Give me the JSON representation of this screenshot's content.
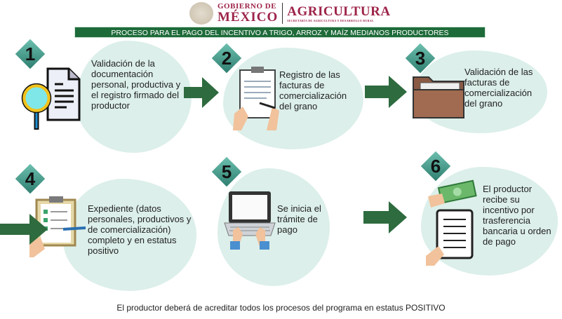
{
  "header": {
    "gob_line1": "GOBIERNO DE",
    "gob_line2": "MÉXICO",
    "agency": "AGRICULTURA",
    "agency_sub": "SECRETARÍA DE AGRICULTURA Y DESARROLLO RURAL"
  },
  "banner": "PROCESO PARA EL PAGO DEL  INCENTIVO  A  TRIGO, ARROZ Y MAÍZ MEDIANOS PRODUCTORES",
  "steps": [
    {
      "number": "1",
      "text": "Validación de la documentación personal, productiva y el registro firmado del productor",
      "icon": "document-magnifier-icon"
    },
    {
      "number": "2",
      "text": "Registro de las facturas de comercialización del grano",
      "icon": "clipboard-signing-icon"
    },
    {
      "number": "3",
      "text": "Validación de las facturas de comercialización del grano",
      "icon": "folder-icon"
    },
    {
      "number": "4",
      "text": "Expediente (datos personales, productivos y de comercialización) completo y en estatus positivo",
      "icon": "clipboard-checklist-icon"
    },
    {
      "number": "5",
      "text": "Se inicia el trámite de pago",
      "icon": "laptop-typing-icon"
    },
    {
      "number": "6",
      "text": "El productor recibe su incentivo por trasferencia bancaria u orden de pago",
      "icon": "money-tablet-icon"
    }
  ],
  "footer": "El productor deberá de acreditar todos los procesos del programa en estatus POSITIVO",
  "colors": {
    "brand": "#9d2449",
    "banner": "#1e6b3a",
    "arrow": "#2e6b3f",
    "cloud": "#dcefea"
  }
}
